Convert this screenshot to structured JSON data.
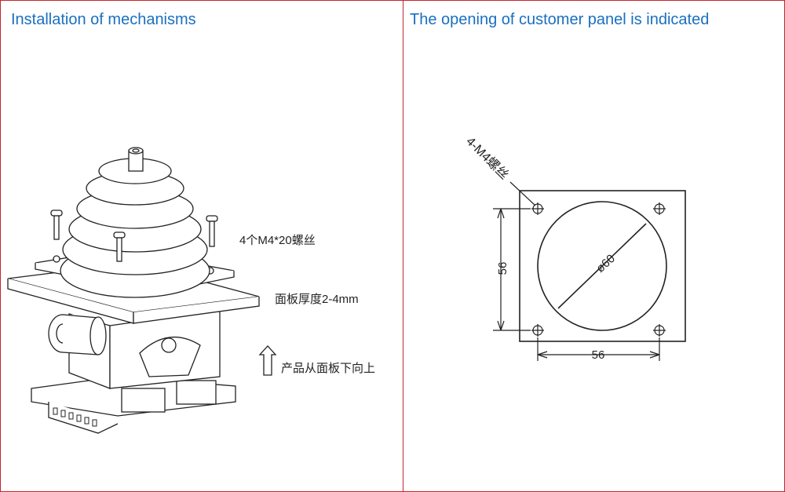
{
  "left_panel": {
    "title": "Installation of mechanisms",
    "screw_note": "4个M4*20螺丝",
    "panel_thickness_note": "面板厚度2-4mm",
    "insert_direction_note": "产品从面板下向上"
  },
  "right_panel": {
    "title": "The opening of customer panel is indicated",
    "screw_hole_label": "4-M4螺丝",
    "hole_diameter_label": "ø60",
    "height_dim": "56",
    "width_dim": "56"
  },
  "colors": {
    "border": "#c0272d",
    "title": "#1a6fc0",
    "line": "#222222"
  }
}
